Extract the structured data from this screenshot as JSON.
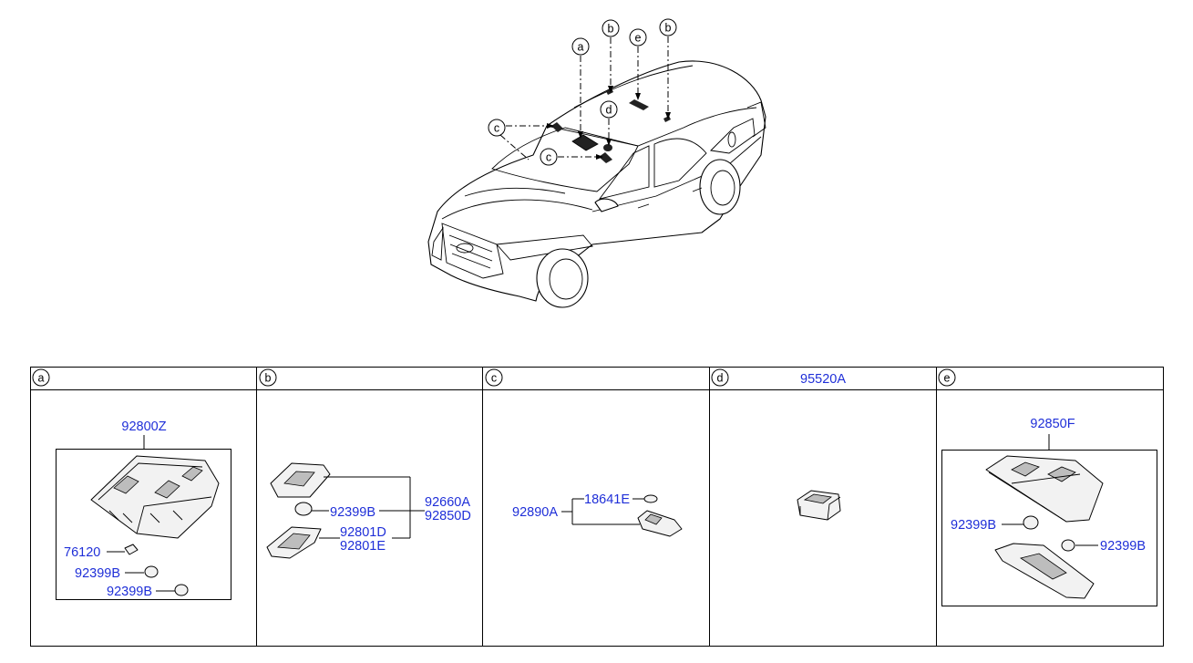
{
  "diagram": {
    "callouts": {
      "a": "a",
      "b": "b",
      "c": "c",
      "d": "d",
      "e": "e"
    },
    "panels": [
      {
        "letter": "a",
        "header_part": "",
        "parts": [
          "92800Z",
          "76120",
          "92399B",
          "92399B"
        ]
      },
      {
        "letter": "b",
        "header_part": "",
        "parts": [
          "92399B",
          "92660A",
          "92850D",
          "92801D",
          "92801E"
        ]
      },
      {
        "letter": "c",
        "header_part": "",
        "parts": [
          "92890A",
          "18641E"
        ]
      },
      {
        "letter": "d",
        "header_part": "95520A",
        "parts": []
      },
      {
        "letter": "e",
        "header_part": "",
        "parts": [
          "92850F",
          "92399B",
          "92399B"
        ]
      }
    ]
  },
  "colors": {
    "part_number": "#1f2fd8",
    "line": "#000000",
    "background": "#ffffff"
  }
}
